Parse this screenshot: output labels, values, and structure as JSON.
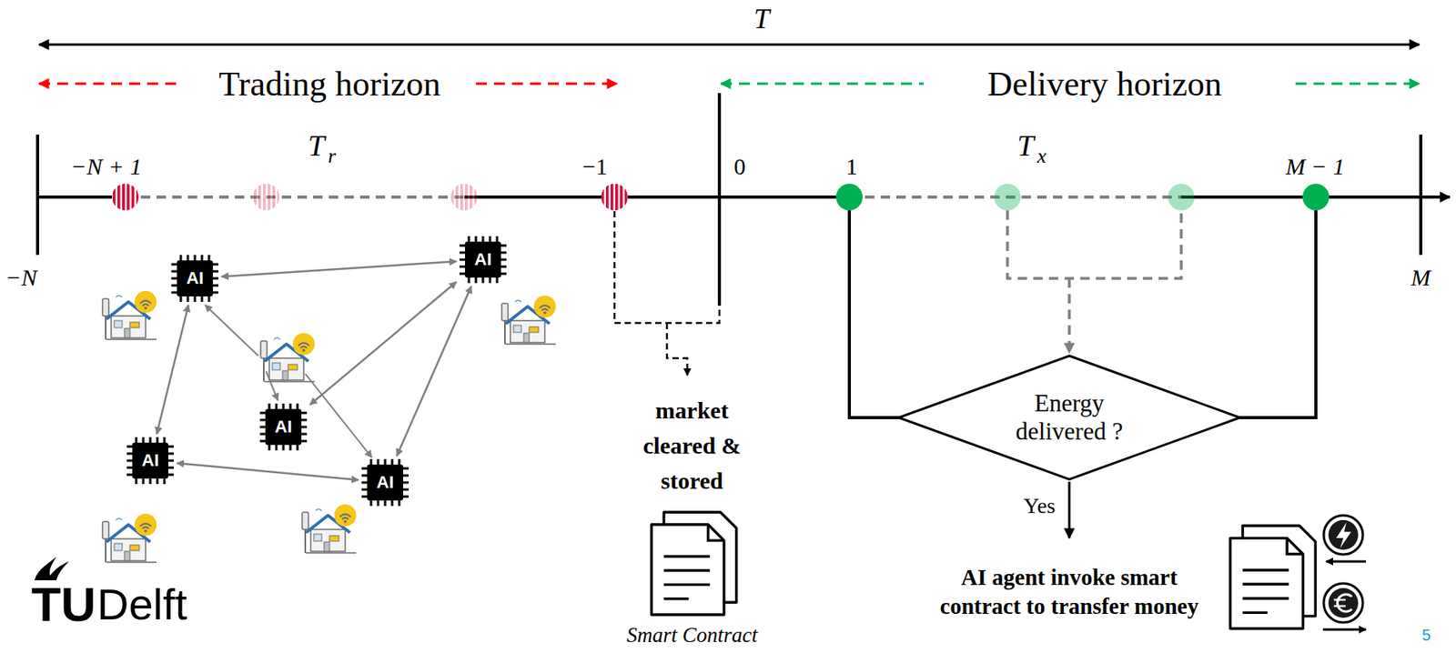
{
  "diagram": {
    "nodes": [
      {
        "text": [
          "AI"
        ]
      },
      {
        "text": [
          "AI"
        ]
      },
      {
        "text": [
          "AI"
        ]
      },
      {
        "text": [
          "AI"
        ]
      },
      {
        "text": [
          "AI"
        ]
      },
      {
        "text": [
          "Energy delivered ?"
        ]
      }
    ],
    "edges": [
      {
        "from": 0,
        "to": 1,
        "arrow": "both"
      },
      {
        "from": 0,
        "to": 3,
        "arrow": "both"
      },
      {
        "from": 1,
        "to": 2,
        "arrow": "both"
      },
      {
        "from": 1,
        "to": 4,
        "arrow": "both"
      },
      {
        "from": 3,
        "to": 4,
        "arrow": "both"
      }
    ],
    "labels": [
      "T",
      "Trading horizon",
      "Delivery horizon",
      "T",
      "r",
      "T",
      "x",
      "−N + 1",
      "−1",
      "0",
      "1",
      "M − 1",
      "−N",
      "M",
      "market cleared & stored",
      "Smart Contract",
      "Yes",
      "AI agent invoke smart contract to transfer money",
      "TU",
      "Delft",
      "5"
    ]
  }
}
